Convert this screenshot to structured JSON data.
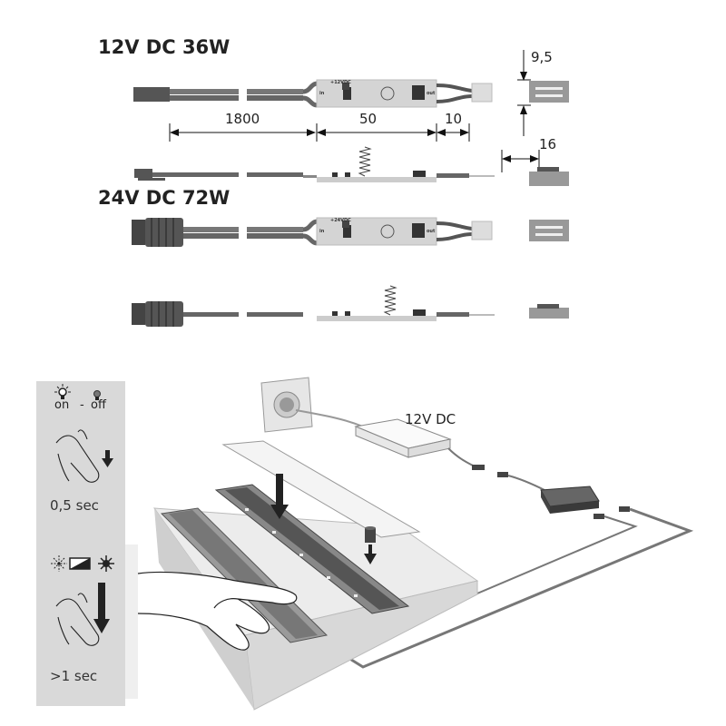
{
  "variants": [
    {
      "title": "12V DC 36W",
      "pcb_label": "+12VDC"
    },
    {
      "title": "24V DC 72W",
      "pcb_label": "+24VDC"
    }
  ],
  "pcb": {
    "in_label": "in",
    "out_label": "out"
  },
  "dimensions": {
    "cable_length": "1800",
    "module_length": "50",
    "tail_length": "10",
    "height": "9,5",
    "width": "16"
  },
  "instructions": {
    "on_label": "on",
    "separator": "-",
    "off_label": "off",
    "short_press": "0,5 sec",
    "long_press": ">1 sec"
  },
  "installation": {
    "power_supply_label": "12V DC"
  },
  "colors": {
    "panel": "#d9d9d9",
    "cable": "#6e6e6e",
    "pcb": "#d2d2d2",
    "dark": "#3a3a3a"
  }
}
